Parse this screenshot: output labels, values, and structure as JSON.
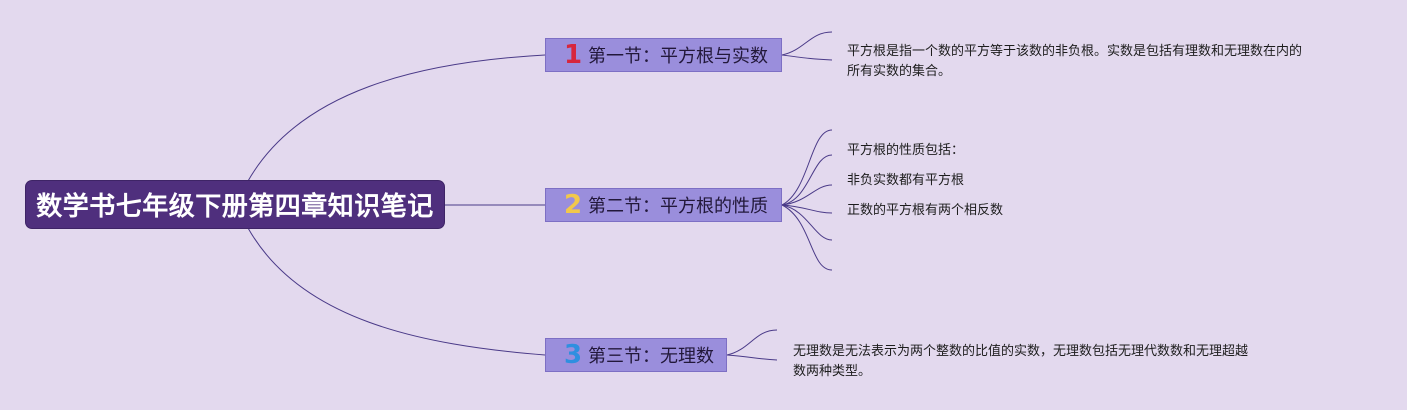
{
  "root": {
    "title": "数学书七年级下册第四章知识笔记"
  },
  "sections": [
    {
      "number": "1",
      "number_color": "#d7263d",
      "title": "第一节：平方根与实数",
      "notes": [
        "平方根是指一个数的平方等于该数的非负根。实数是包括有理数和无理数在内的",
        "所有实数的集合。"
      ]
    },
    {
      "number": "2",
      "number_color": "#f2c84b",
      "title": "第二节：平方根的性质",
      "notes": [
        "平方根的性质包括：",
        "非负实数都有平方根",
        "正数的平方根有两个相反数"
      ]
    },
    {
      "number": "3",
      "number_color": "#2f8fe0",
      "title": "第三节：无理数",
      "notes": [
        "无理数是无法表示为两个整数的比值的实数，无理数包括无理代数数和无理超越",
        "数两种类型。"
      ]
    }
  ],
  "colors": {
    "background": "#e3d9ee",
    "root_fill": "#4f2f7d",
    "section_fill": "#9a8edc",
    "connector": "#4a3a88"
  }
}
